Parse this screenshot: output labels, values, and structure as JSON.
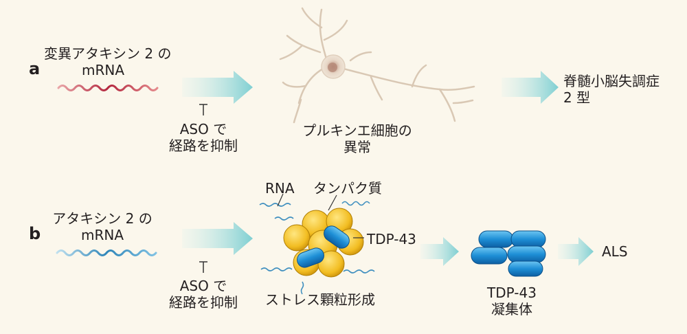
{
  "panel_a": {
    "letter": "a",
    "input_label_1": "変異アタキシン 2 の",
    "input_label_2": "mRNA",
    "aso_1": "ASO で",
    "aso_2": "経路を抑制",
    "cell_label_1": "プルキンエ細胞の",
    "cell_label_2": "異常",
    "outcome_1": "脊髄小脳失調症",
    "outcome_2": "2 型"
  },
  "panel_b": {
    "letter": "b",
    "input_label_1": "アタキシン 2 の",
    "input_label_2": "mRNA",
    "aso_1": "ASO で",
    "aso_2": "経路を抑制",
    "rna_label": "RNA",
    "protein_label": "タンパク質",
    "tdp_label": "TDP-43",
    "granule_label": "ストレス顆粒形成",
    "aggregate_1": "TDP-43",
    "aggregate_2": "凝集体",
    "outcome": "ALS"
  },
  "colors": {
    "background": "#fbf7ec",
    "mutant_mrna": "#c0364a",
    "normal_mrna": "#3f8fbf",
    "arrow": "#8fd3d6",
    "protein_yellow": "#f2c12e",
    "tdp43_blue": "#1e8fd6"
  }
}
